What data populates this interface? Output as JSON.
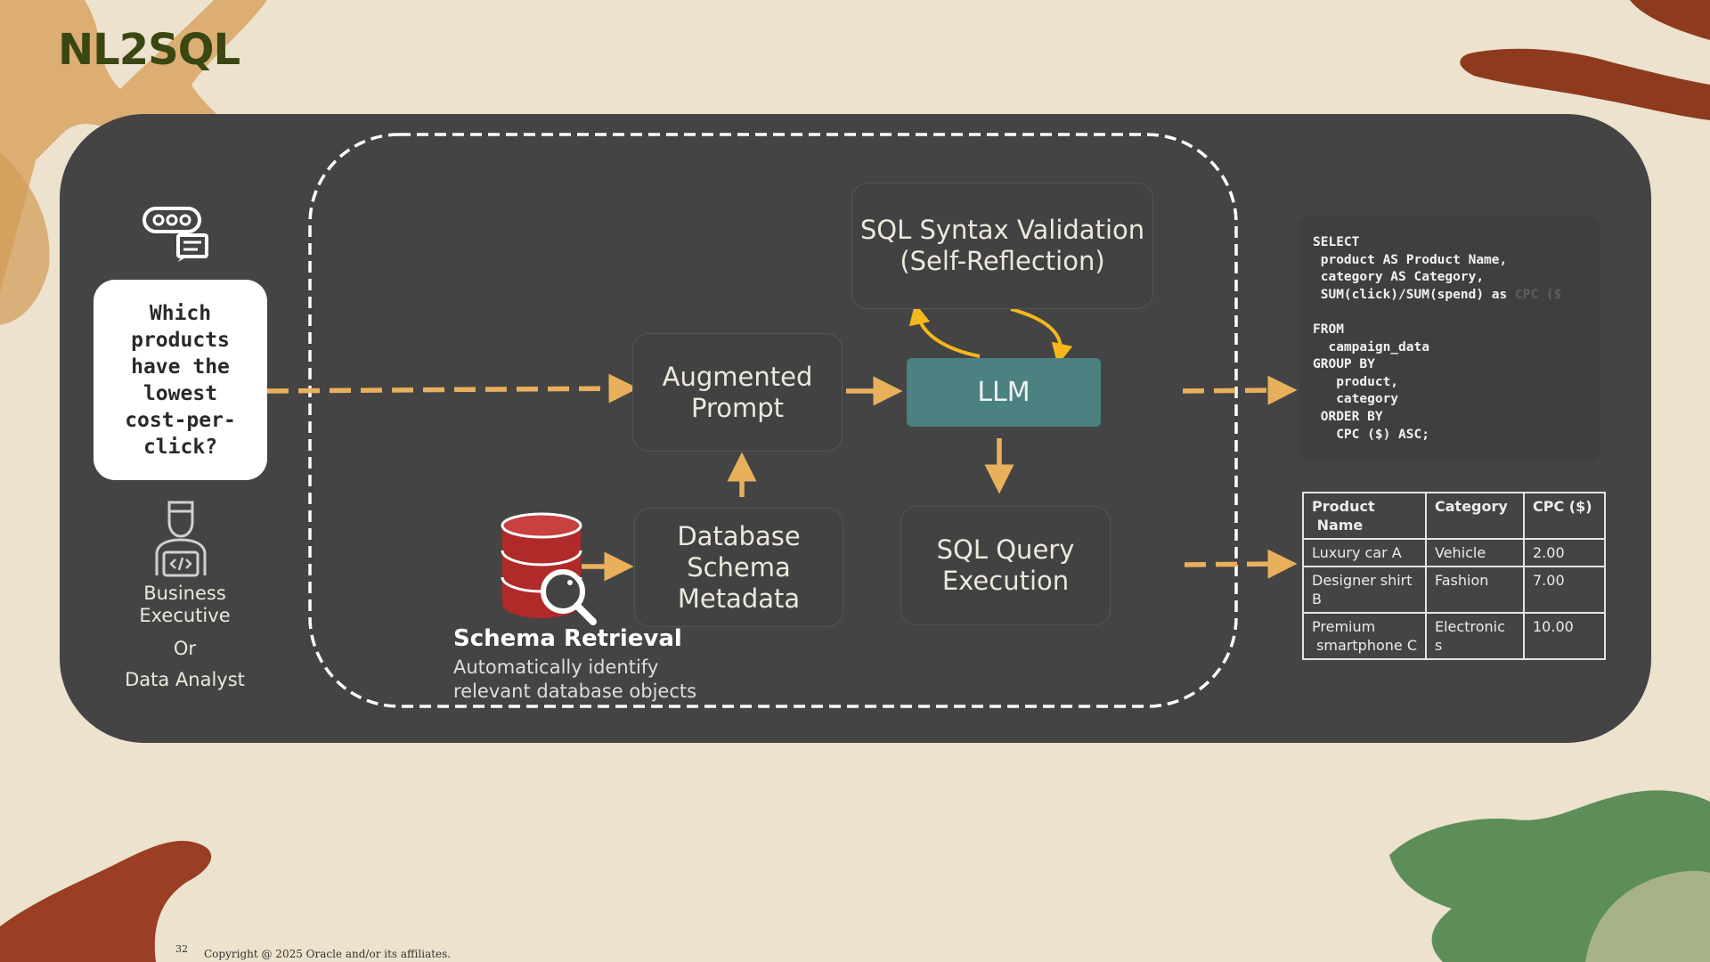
{
  "title": "NL2SQL",
  "question": "Which\nproducts\nhave the\nlowest\ncost-per-\nclick?",
  "roles": {
    "role1": "Business\nExecutive",
    "connector": "Or",
    "role2": "Data Analyst"
  },
  "boxes": {
    "validation": "SQL Syntax Validation\n(Self-Reflection)",
    "augmented": "Augmented\nPrompt",
    "llm": "LLM",
    "metadata": "Database\nSchema\nMetadata",
    "execution": "SQL Query\nExecution"
  },
  "schema": {
    "title": "Schema Retrieval",
    "line1": "Automatically identify",
    "line2": "relevant database objects"
  },
  "sql": {
    "line1": "SELECT",
    "line2": " product AS Product Name,",
    "line3": " category AS Category,",
    "line4": " SUM(click)/SUM(spend) as ",
    "line4_dim": "CPC ($",
    "line5": "",
    "line6": "FROM",
    "line7": "  campaign_data",
    "line8": "GROUP BY",
    "line9": "   product,",
    "line10": "   category",
    "line11": " ORDER BY",
    "line12": "   CPC ($) ASC;"
  },
  "table": {
    "headers": [
      "Product\n Name",
      "Category",
      "CPC ($)"
    ],
    "rows": [
      [
        "Luxury car A",
        "Vehicle",
        "2.00"
      ],
      [
        "Designer shirt\nB",
        "Fashion",
        "7.00"
      ],
      [
        "Premium\n smartphone C",
        "Electronic\ns",
        "10.00"
      ]
    ]
  },
  "footer": {
    "page_number": "32",
    "copyright": "Copyright @ 2025 Oracle and/or its affiliates."
  },
  "colors": {
    "panel": "#444444",
    "arrow": "#e9b05c",
    "llm": "#4b8281",
    "title": "#3b4712",
    "database": "#b02a2a",
    "reflection_arrow": "#f5b81c"
  }
}
